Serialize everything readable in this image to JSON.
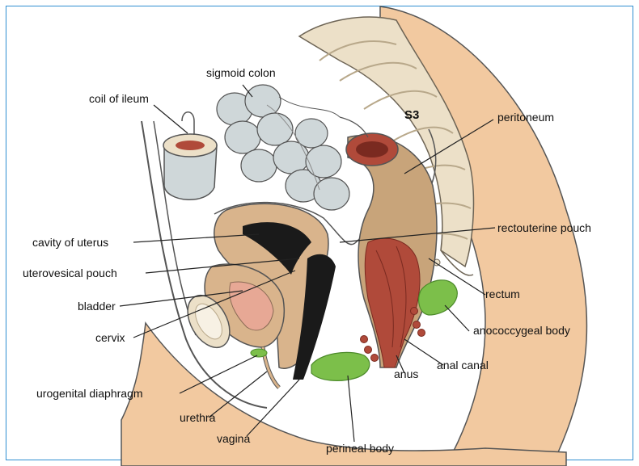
{
  "labels": {
    "sigmoid_colon": "sigmoid colon",
    "coil_of_ileum": "coil of ileum",
    "s3": "S3",
    "peritoneum": "peritoneum",
    "cavity_of_uterus": "cavity of uterus",
    "uterovesical_pouch": "uterovesical pouch",
    "bladder": "bladder",
    "cervix": "cervix",
    "urogenital_diaphragm": "urogenital diaphragm",
    "urethra": "urethra",
    "vagina": "vagina",
    "rectouterine_pouch": "rectouterine pouch",
    "rectum": "rectum",
    "anococcygeal_body": "anococcygeal body",
    "anal_canal": "anal canal",
    "anus": "anus",
    "perineal_body": "perineal body"
  },
  "colors": {
    "skin": "#f2c9a0",
    "skin_dark": "#e3ad7e",
    "bone": "#ece0c8",
    "bone_line": "#b8a88a",
    "colon": "#cfd7d9",
    "colon_dark": "#9aa8ab",
    "muscle": "#b04a3a",
    "muscle_dark": "#7a2a20",
    "rectum_wall": "#c8a47a",
    "uterus": "#d9b48c",
    "uterus_cavity": "#1a1a1a",
    "bladder_inner": "#e7a895",
    "green": "#7cbf4a",
    "green_dark": "#4c8a2a",
    "frame": "#2f8fd1"
  }
}
